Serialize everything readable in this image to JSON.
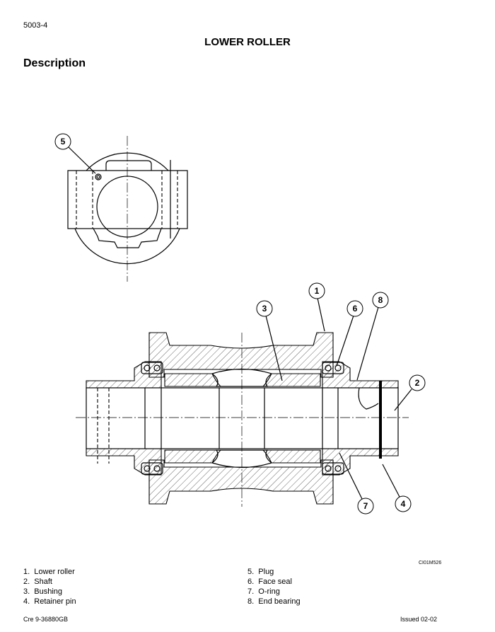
{
  "header": {
    "page_number": "5003-4",
    "title": "LOWER ROLLER",
    "section": "Description"
  },
  "figure": {
    "id": "CI01M526",
    "callouts": {
      "c1": "1",
      "c2": "2",
      "c3": "3",
      "c4": "4",
      "c5": "5",
      "c6": "6",
      "c7": "7",
      "c8": "8"
    }
  },
  "legend": {
    "left": [
      "1.  Lower roller",
      "2.  Shaft",
      "3.  Bushing",
      "4.  Retainer pin"
    ],
    "right": [
      "5.  Plug",
      "6.  Face seal",
      "7.  O-ring",
      "8.  End bearing"
    ]
  },
  "footer": {
    "doc_number": "Cre  9-36880GB",
    "issued": "Issued 02-02"
  }
}
